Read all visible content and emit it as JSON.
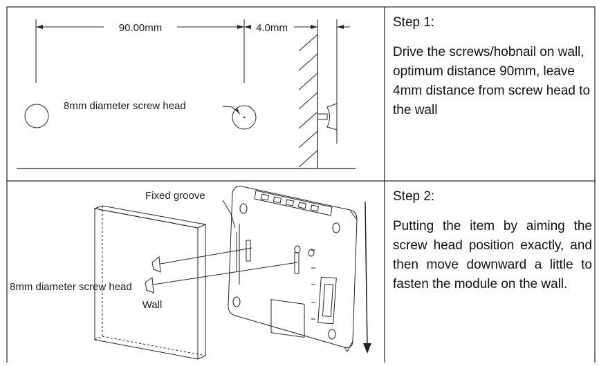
{
  "step1": {
    "dimension_left": "90.00mm",
    "dimension_right": "4.0mm",
    "screw_label": "8mm diameter screw head",
    "title": "Step 1:",
    "body": "Drive the screws/hobnail on wall, optimum distance 90mm, leave 4mm distance from screw head to the wall"
  },
  "step2": {
    "groove_label": "Fixed groove",
    "screw_label": "8mm diameter screw head",
    "wall_label": "Wall",
    "title": "Step 2:",
    "body": "Putting the item by aiming the screw head position exactly, and then move downward a little to fasten the module on the wall."
  },
  "colors": {
    "line": "#222222",
    "background": "#ffffff"
  }
}
